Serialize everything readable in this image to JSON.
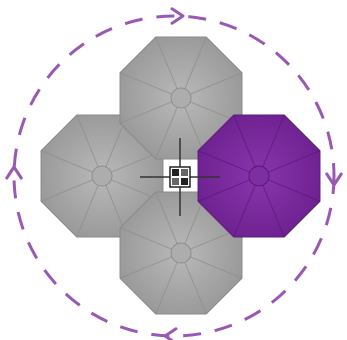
{
  "diagram": {
    "rotation_direction": "clockwise",
    "colors": {
      "active": "#7a2a9b",
      "active_edge": "#5e1c7c",
      "inactive": "#a5a5a5",
      "inactive_edge": "#8a8a8a",
      "path": "#9a58b5",
      "hub": "#222222"
    },
    "umbrellas": [
      {
        "position": "top",
        "state": "inactive"
      },
      {
        "position": "right",
        "state": "active"
      },
      {
        "position": "bottom",
        "state": "inactive"
      },
      {
        "position": "left",
        "state": "inactive"
      }
    ]
  }
}
